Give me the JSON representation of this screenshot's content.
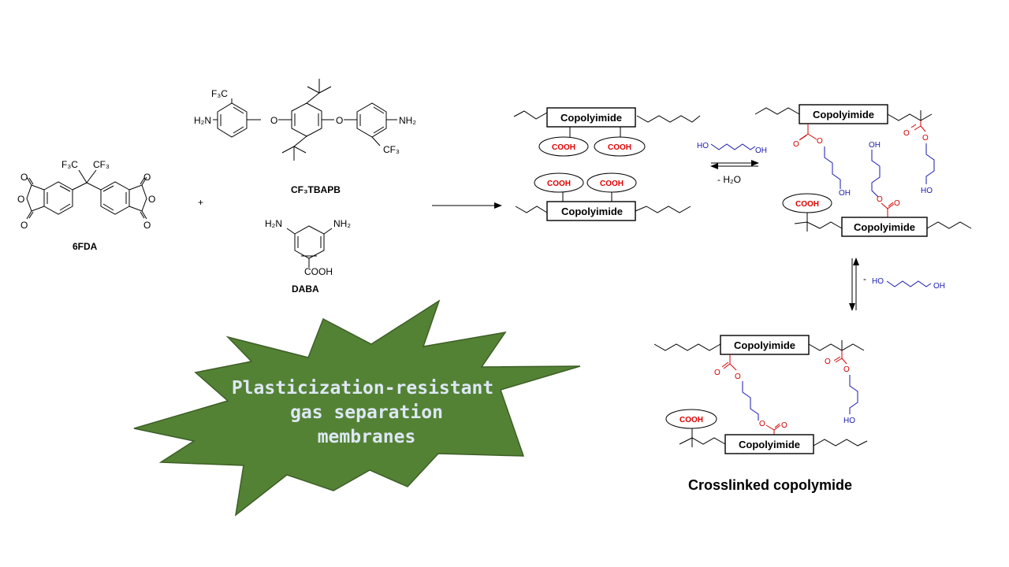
{
  "monomers": {
    "dianhydride_name": "6FDA",
    "dianhydride_cf3_left": "F₃C",
    "dianhydride_cf3_right": "CF₃",
    "diamine1_name": "CF₃TBAPB",
    "diamine2_name": "DABA",
    "plus": "+",
    "cf3_label": "F₃C",
    "cf3_label2": "CF₃",
    "nh2_left": "H₂N",
    "nh2_right": "NH₂",
    "oxygen": "O",
    "cooh": "COOH"
  },
  "polymer": {
    "box_label": "Copolyimide",
    "cooh_label": "COOH",
    "diol_oh": "OH",
    "diol_ho": "HO",
    "carbonyl_o": "O",
    "ester_o": "O"
  },
  "conditions": {
    "esterification": "- H₂O",
    "transesterification": "-"
  },
  "caption": {
    "product": "Crosslinked copolymide"
  },
  "burst": {
    "line1": "Plasticization-resistant",
    "line2": "gas separation",
    "line3": "membranes"
  },
  "colors": {
    "burst_fill": "#548235",
    "burst_text": "#dde8f5",
    "ester_red": "#d10000",
    "diol_blue": "#1a1ab0"
  }
}
